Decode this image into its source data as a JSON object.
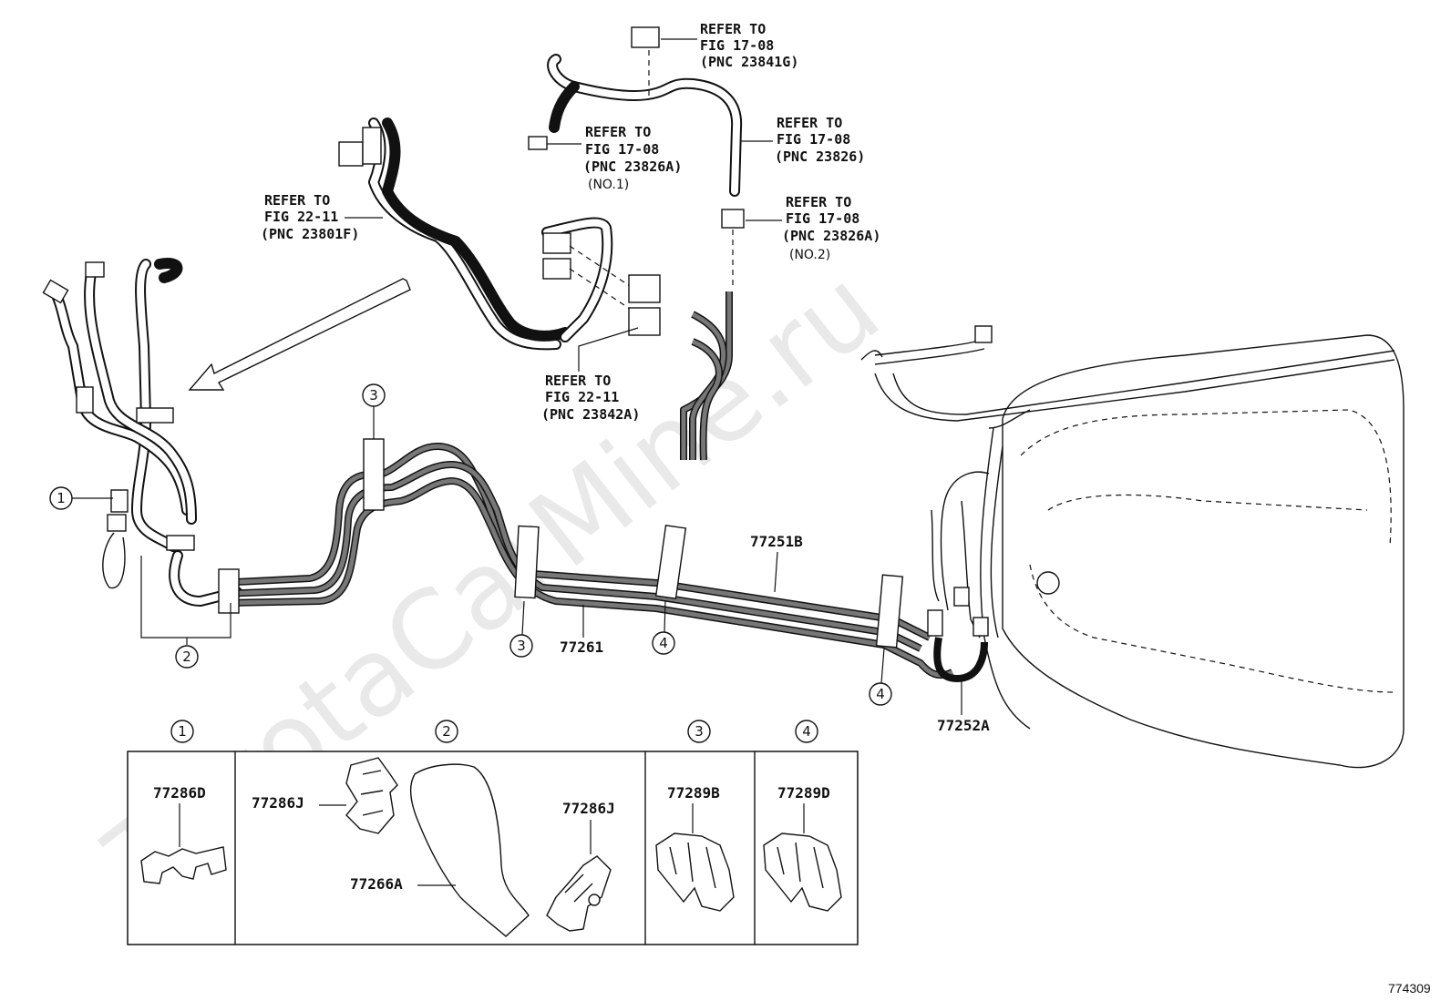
{
  "watermark": "ToyotaCarMine.ru",
  "figure_id": "774309",
  "refs": {
    "r1": {
      "line1": "REFER TO",
      "line2": "FIG 17-08",
      "line3": "(PNC 23841G)"
    },
    "r2": {
      "line1": "REFER TO",
      "line2": "FIG 17-08",
      "line3": "(PNC 23826A)",
      "line4": "(NO.1)"
    },
    "r3": {
      "line1": "REFER TO",
      "line2": "FIG 17-08",
      "line3": "(PNC 23826)"
    },
    "r4": {
      "line1": "REFER TO",
      "line2": "FIG 22-11",
      "line3": "(PNC 23801F)"
    },
    "r5": {
      "line1": "REFER TO",
      "line2": "FIG 17-08",
      "line3": "(PNC 23826A)",
      "line4": "(NO.2)"
    },
    "r6": {
      "line1": "REFER TO",
      "line2": "FIG 22-11",
      "line3": "(PNC 23842A)"
    }
  },
  "callouts": {
    "c1": "1",
    "c2": "2",
    "c3a": "3",
    "c3b": "3",
    "c4a": "4",
    "c4b": "4"
  },
  "parts": {
    "p77251B": "77251B",
    "p77261": "77261",
    "p77252A": "77252A"
  },
  "detail": {
    "headers": {
      "h1": "1",
      "h2": "2",
      "h3": "3",
      "h4": "4"
    },
    "p77286D": "77286D",
    "p77286J_left": "77286J",
    "p77286J_right": "77286J",
    "p77266A": "77266A",
    "p77289B": "77289B",
    "p77289D": "77289D"
  }
}
